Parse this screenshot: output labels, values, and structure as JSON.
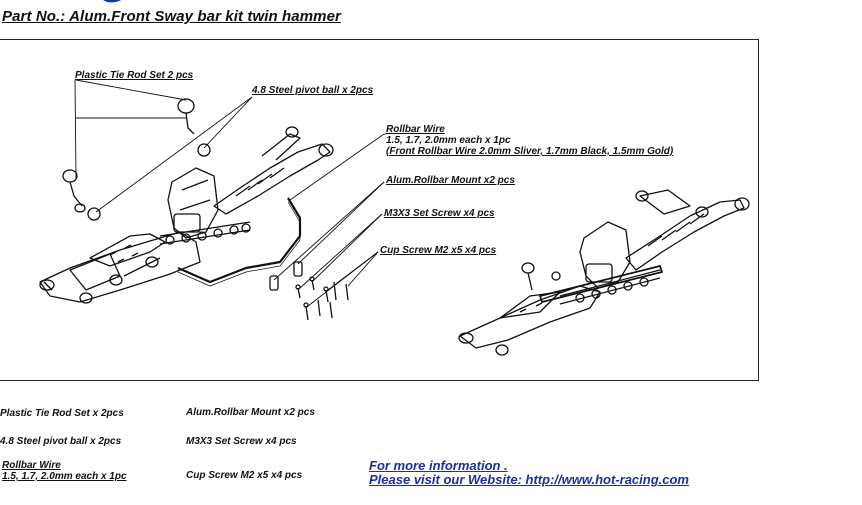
{
  "title": "Part No.: Alum.Front Sway bar kit twin hammer",
  "callouts": {
    "tie_rod": "Plastic Tie Rod Set 2 pcs",
    "pivot_ball": "4.8 Steel pivot ball x 2pcs",
    "rollbar_title": "Rollbar Wire",
    "rollbar_sizes": "1.5, 1.7,  2.0mm each x 1pc",
    "rollbar_note": "(Front Rollbar Wire  2.0mm Sliver, 1.7mm Black, 1.5mm Gold)",
    "mount": "Alum.Rollbar Mount x2 pcs",
    "set_screw": "M3X3 Set Screw x4 pcs",
    "cup_screw": "Cup Screw M2 x5 x4 pcs"
  },
  "legend": {
    "col1": [
      "Plastic Tie Rod Set x 2pcs",
      "4.8 Steel pivot ball x 2pcs"
    ],
    "col1_rollbar_title": "Rollbar Wire",
    "col1_rollbar_sizes": "1.5, 1.7,  2.0mm each x 1pc",
    "col2": [
      "Alum.Rollbar Mount x2 pcs",
      "M3X3 Set Screw x4 pcs",
      "Cup Screw M2 x5 x4 pcs"
    ]
  },
  "info": {
    "line1": "For more information .",
    "line2": "Please visit our Website: http://www.hot-racing.com"
  },
  "colors": {
    "link": "#1a2fa8",
    "ink": "#111111"
  }
}
